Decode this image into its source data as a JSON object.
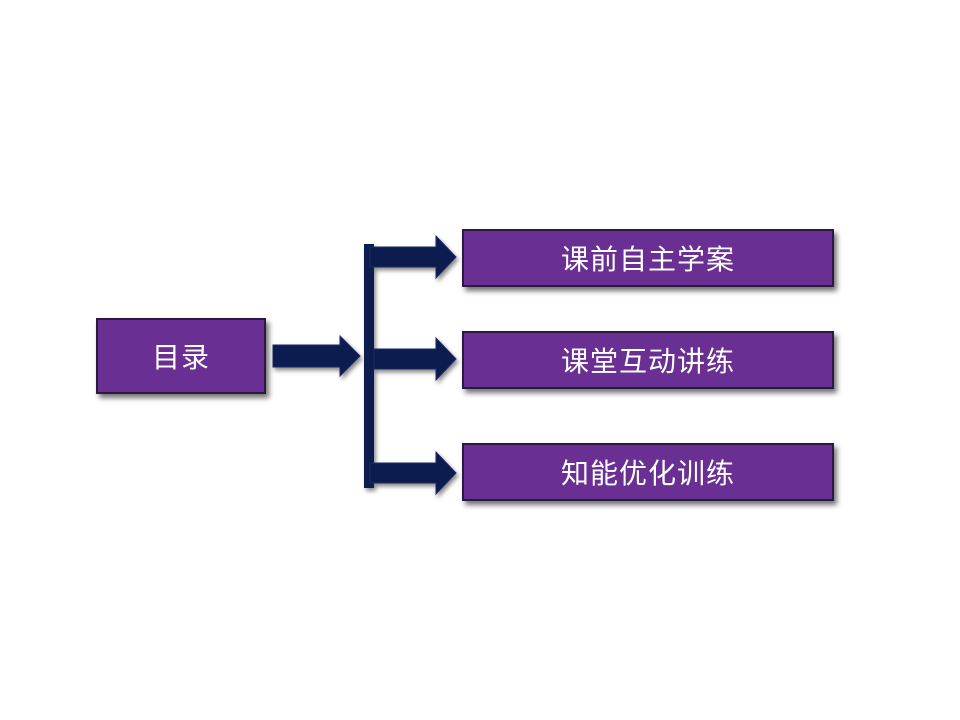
{
  "colors": {
    "box_fill": "#6a2f93",
    "box_border": "#2b1a3e",
    "arrow_fill": "#0c1a4f",
    "background": "#ffffff"
  },
  "diagram": {
    "root": {
      "label": "目录"
    },
    "branches": [
      {
        "label": "课前自主学案"
      },
      {
        "label": "课堂互动讲练"
      },
      {
        "label": "知能优化训练"
      }
    ]
  }
}
